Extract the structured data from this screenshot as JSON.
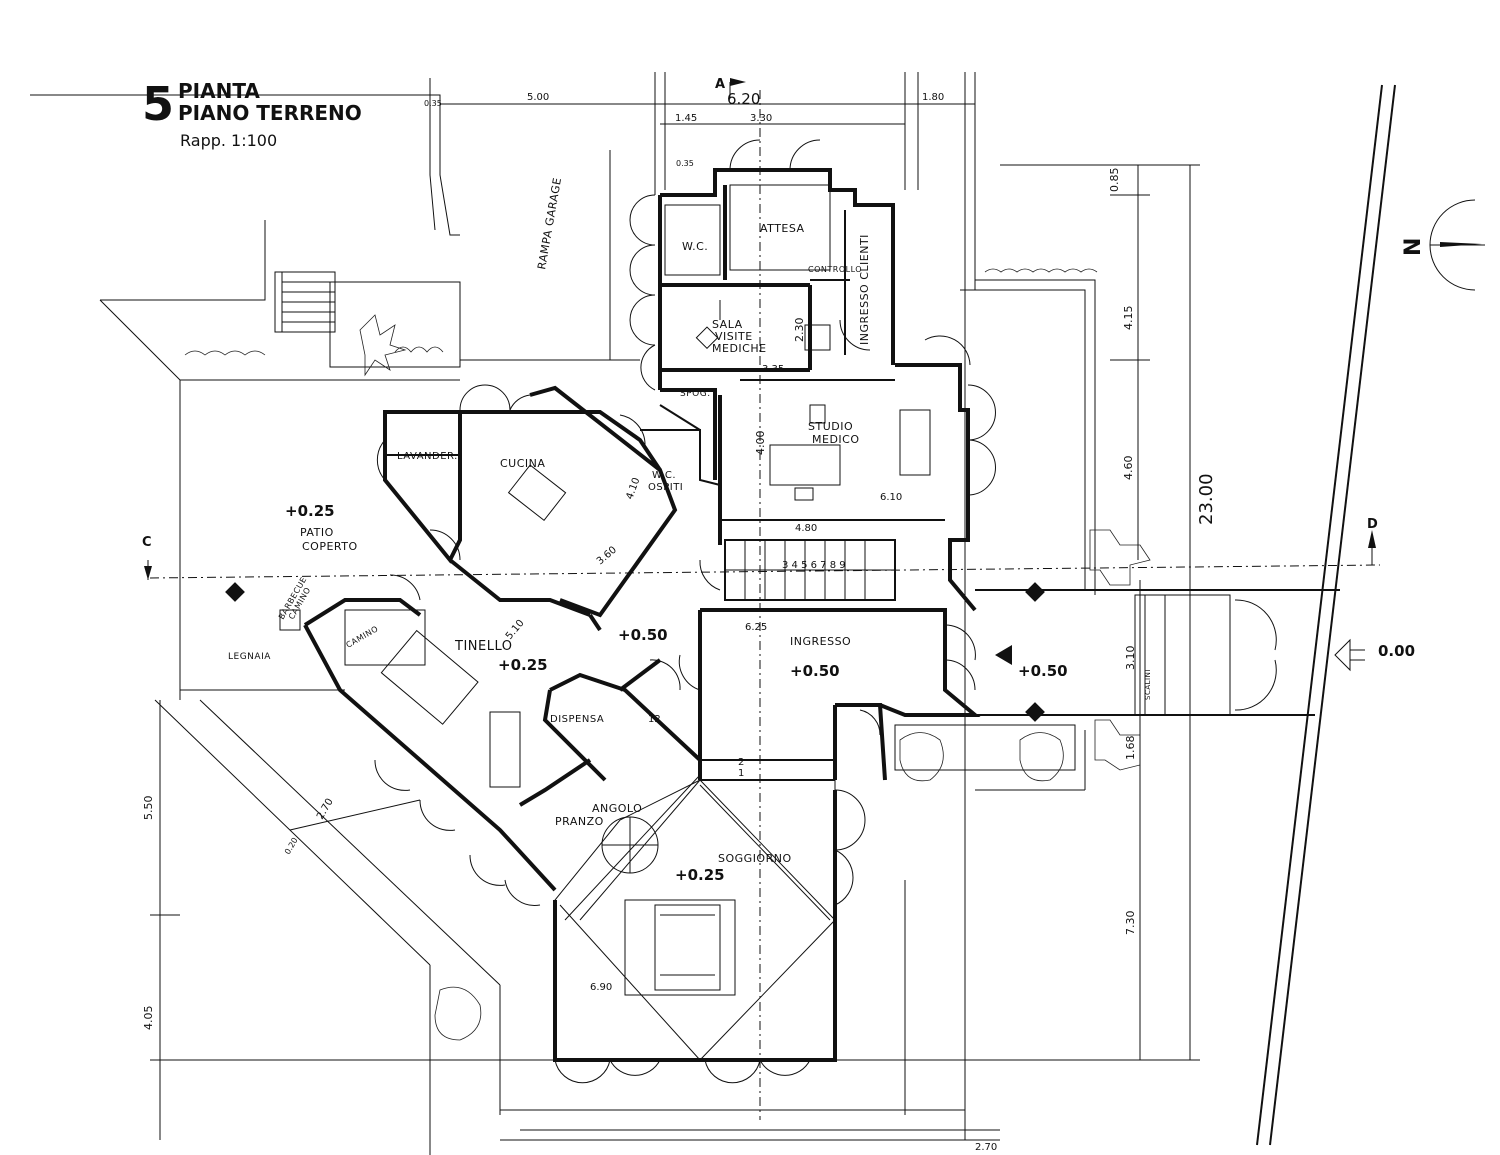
{
  "title": {
    "number": "5",
    "line1": "PIANTA",
    "line2": "PIANO TERRENO",
    "scale": "Rapp.   1:100"
  },
  "north_label": "N",
  "section_marks": {
    "a": "A",
    "c": "C",
    "d": "D"
  },
  "rooms": {
    "attesa": "ATTESA",
    "wc": "W.C.",
    "controllo": "CONTROLLO",
    "ingresso_clienti": "INGRESSO CLIENTI",
    "rampa_garage": "RAMPA GARAGE",
    "sala_line1": "SALA",
    "sala_line2": "VISITE",
    "sala_line3": "MEDICHE",
    "spog": "SPOG.",
    "studio_line1": "STUDIO",
    "studio_line2": "MEDICO",
    "lavander": "LAVANDER.",
    "cucina": "CUCINA",
    "wc_ospiti_line1": "W.C.",
    "wc_ospiti_line2": "OSPITI",
    "patio_line1": "PATIO",
    "patio_line2": "COPERTO",
    "barbecue_line1": "BARBECUE",
    "barbecue_line2": "CAMINO",
    "camino": "CAMINO",
    "legnaia": "LEGNAIA",
    "tinello": "TINELLO",
    "ingresso": "INGRESSO",
    "dispensa": "DISPENSA",
    "angolo_line1": "ANGOLO",
    "angolo_line2": "PRANZO",
    "soggiorno": "SOGGIORNO",
    "scalini": "SCALINI"
  },
  "levels": {
    "patio": "+0.25",
    "tinello": "+0.25",
    "hall_small": "+0.50",
    "ingresso": "+0.50",
    "entry": "+0.50",
    "soggiorno": "+0.25",
    "ground": "0.00"
  },
  "dimensions": {
    "top_500": "5.00",
    "top_620": "6.20",
    "top_180": "1.80",
    "top_035a": "0.35",
    "top_145": "1.45",
    "top_330": "3.30",
    "top_035b": "0.35",
    "v_085": "0.85",
    "v_415": "4.15",
    "v_460": "4.60",
    "v_2300": "23.00",
    "v_310": "3.10",
    "v_168": "1.68",
    "v_730": "7.30",
    "sala_230": "2.30",
    "sala_335": "3.35",
    "studio_400": "4.00",
    "studio_610": "6.10",
    "cucina_410": "4.10",
    "cucina_360": "3.60",
    "stair_480": "4.80",
    "ingresso_625": "6.25",
    "tinello_510": "5.10",
    "left_550": "5.50",
    "left_405": "4.05",
    "left_270": "2.70",
    "left_020": "0.20",
    "sogg_690": "6.90",
    "bottom_270": "2.70",
    "dispensa_12": "12",
    "step_1": "1",
    "step_2": "2",
    "stair_numbers": "3 4 5 6 7 8 9"
  }
}
